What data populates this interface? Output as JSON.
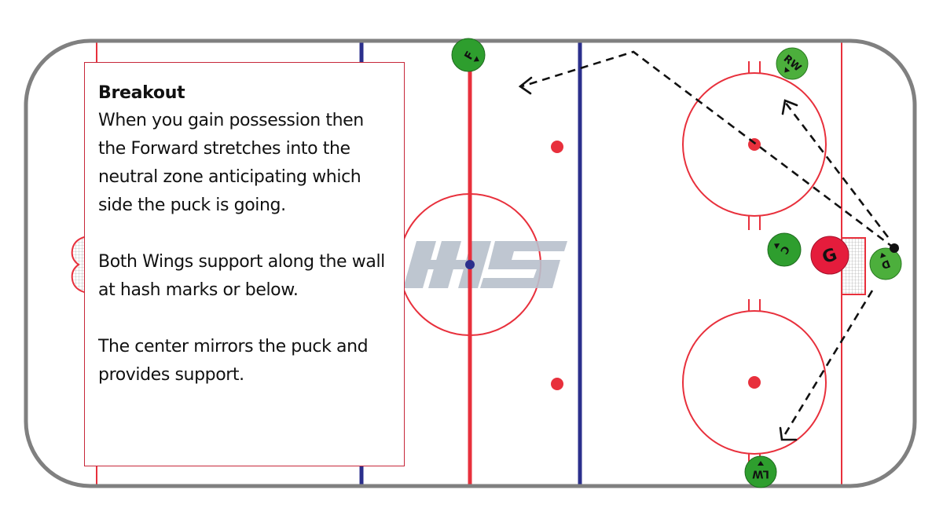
{
  "panel": {
    "title": "Breakout",
    "paragraphs": [
      "When you gain possession then the Forward stretches into the neutral zone anticipating which side the puck is going.",
      "Both Wings support  along the wall at hash marks or below.",
      "The center mirrors the puck and provides support."
    ]
  },
  "players": [
    {
      "id": "forward",
      "label": "F",
      "role": "skater"
    },
    {
      "id": "right-wing",
      "label": "RW",
      "role": "skater"
    },
    {
      "id": "center",
      "label": "C",
      "role": "skater"
    },
    {
      "id": "goalie",
      "label": "G",
      "role": "goalie"
    },
    {
      "id": "defense",
      "label": "D",
      "role": "skater"
    },
    {
      "id": "left-wing",
      "label": "LW",
      "role": "skater"
    }
  ],
  "colors": {
    "boards": "#808080",
    "red_line": "#e8303c",
    "blue_line": "#2b2f8c",
    "skater_fill": "#2e9e2e",
    "goalie_fill": "#e51c3c",
    "watermark": "#b8c0cc",
    "arrow": "#111111"
  },
  "icons": {
    "puck": "puck-icon",
    "goal_net": "goal-net-icon",
    "pass_arrow": "dashed-arrow-icon"
  }
}
